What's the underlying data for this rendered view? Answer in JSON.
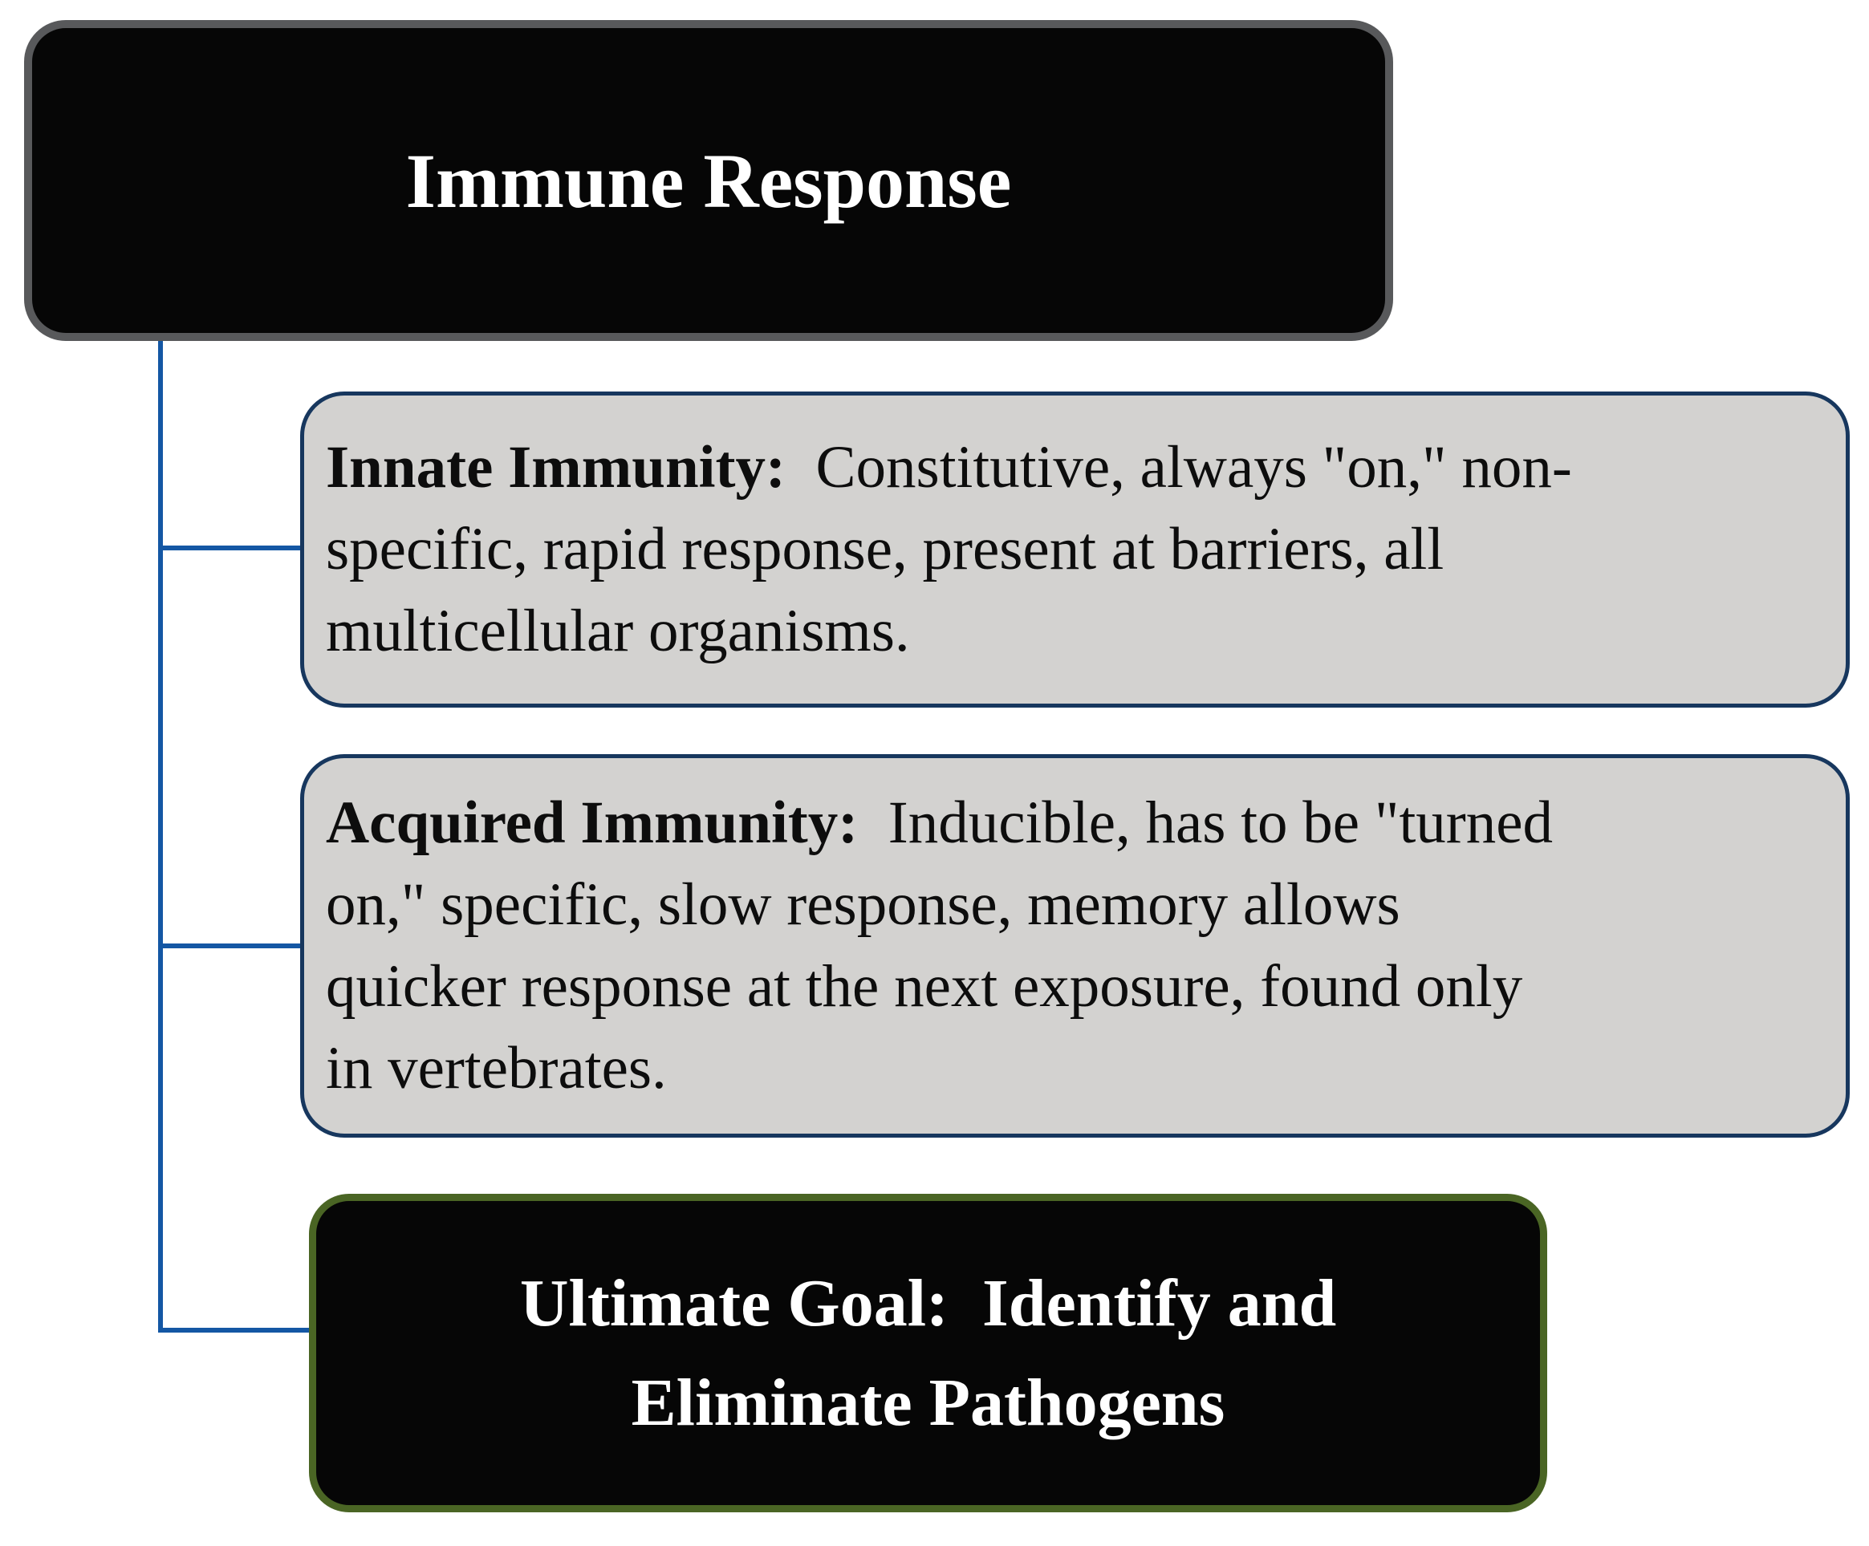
{
  "diagram": {
    "root": {
      "title": "Immune Response"
    },
    "innate": {
      "label": "Innate Immunity:",
      "line1_rest": "  Constitutive, always \"on,\" non-",
      "line2": "specific, rapid response, present at barriers, all",
      "line3": "multicellular organisms."
    },
    "acquired": {
      "label": "Acquired Immunity:",
      "line1_rest": "  Inducible, has to be \"turned",
      "line2": "on,\" specific, slow response, memory allows",
      "line3": "quicker response at the next exposure, found only",
      "line4": "in vertebrates."
    },
    "goal": {
      "line1": "Ultimate Goal:  Identify and",
      "line2": "Eliminate Pathogens"
    },
    "colors": {
      "page_bg": "#FFFFFF",
      "root_fill": "#060606",
      "root_border": "#58595B",
      "child_fill": "#D3D2D0",
      "child_border": "#17375E",
      "goal_fill": "#060606",
      "goal_border": "#4A6524",
      "connector": "#1457A4",
      "title_text": "#FFFFFF",
      "body_text": "#0D0D0D"
    }
  }
}
